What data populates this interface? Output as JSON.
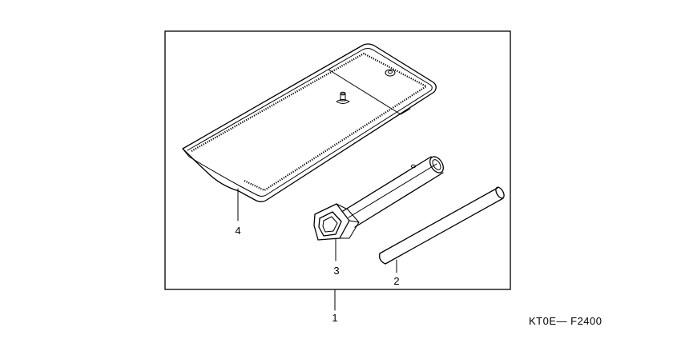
{
  "callouts": {
    "assembly": "1",
    "pin_rod": "2",
    "box_wrench": "3",
    "tool_bag": "4"
  },
  "figure_code": "KT0E— F2400"
}
